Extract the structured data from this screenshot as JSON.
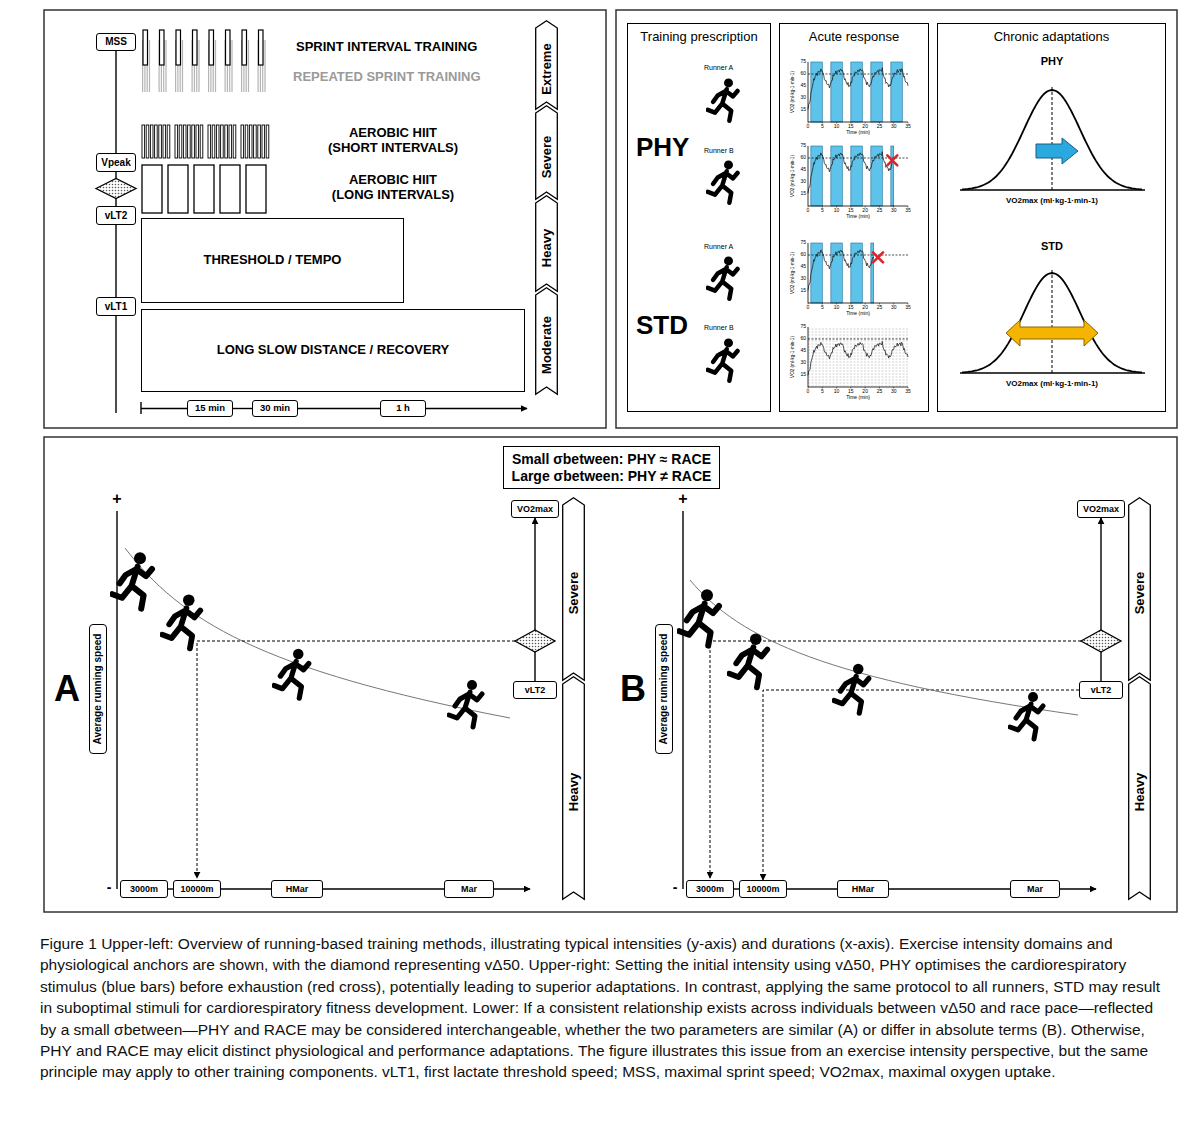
{
  "diagram": {
    "caption": "Figure 1 Upper-left: Overview of running-based training methods, illustrating typical intensities (y-axis) and durations (x-axis). Exercise intensity domains and physiological anchors are shown, with the diamond representing vΔ50. Upper-right: Setting the initial intensity using vΔ50, PHY optimises the cardiorespiratory stimulus (blue bars) before exhaustion (red cross), potentially leading to superior adaptations. In contrast, applying the same protocol to all runners, STD may result in suboptimal stimuli for cardiorespiratory fitness development. Lower: If a consistent relationship exists across individuals between vΔ50 and race pace—reflected by a small σbetween—PHY and RACE may be considered interchangeable, whether the two parameters are similar (A) or differ in absolute terms (B). Otherwise, PHY and RACE may elicit distinct physiological and performance adaptations. The figure illustrates this issue from an exercise intensity perspective, but the same principle may apply to other training components. vLT1, first lactate threshold speed; MSS, maximal sprint speed; VO2max, maximal oxygen uptake.",
    "nodes": [
      {
        "text": [
          "MSS"
        ]
      },
      {
        "text": [
          "Vpeak"
        ]
      },
      {
        "text": [
          "vLT2"
        ]
      },
      {
        "text": [
          "vLT1"
        ]
      },
      {
        "text": [
          "THRESHOLD / TEMPO"
        ]
      },
      {
        "text": [
          "LONG SLOW DISTANCE / RECOVERY"
        ]
      },
      {
        "text": [
          "Extreme"
        ]
      },
      {
        "text": [
          "Severe"
        ]
      },
      {
        "text": [
          "Heavy"
        ]
      },
      {
        "text": [
          "Moderate"
        ]
      },
      {
        "text": [
          "15 min"
        ]
      },
      {
        "text": [
          "30 min"
        ]
      },
      {
        "text": [
          "1 h"
        ]
      },
      {
        "text": [
          "Training prescription"
        ]
      },
      {
        "text": [
          "Acute response"
        ]
      },
      {
        "text": [
          "Chronic adaptations"
        ]
      },
      {
        "text": [
          "Small σbetween: PHY ≈ RACE",
          "Large σbetween: PHY ≠ RACE"
        ]
      },
      {
        "text": [
          "Average running speed"
        ]
      },
      {
        "text": [
          "3000m"
        ]
      },
      {
        "text": [
          "10000m"
        ]
      },
      {
        "text": [
          "HMar"
        ]
      },
      {
        "text": [
          "Mar"
        ]
      },
      {
        "text": [
          "VO2max"
        ]
      },
      {
        "text": [
          "vLT2"
        ]
      },
      {
        "text": [
          "Severe"
        ]
      },
      {
        "text": [
          "Heavy"
        ]
      },
      {
        "text": [
          "Average running speed"
        ]
      },
      {
        "text": [
          "3000m"
        ]
      },
      {
        "text": [
          "10000m"
        ]
      },
      {
        "text": [
          "HMar"
        ]
      },
      {
        "text": [
          "Mar"
        ]
      },
      {
        "text": [
          "VO2max"
        ]
      },
      {
        "text": [
          "vLT2"
        ]
      },
      {
        "text": [
          "Severe"
        ]
      },
      {
        "text": [
          "Heavy"
        ]
      }
    ],
    "edges": [
      {
        "from": 3,
        "to": 2,
        "arrow": "none"
      },
      {
        "from": 2,
        "to": 1,
        "arrow": "none"
      },
      {
        "from": 1,
        "to": 0,
        "arrow": "none"
      },
      {
        "from": 10,
        "to": 11,
        "arrow": "none"
      },
      {
        "from": 11,
        "to": 12,
        "arrow": "none"
      },
      {
        "from": 18,
        "to": 19,
        "arrow": "none"
      },
      {
        "from": 19,
        "to": 20,
        "arrow": "none"
      },
      {
        "from": 20,
        "to": 21,
        "arrow": "none"
      },
      {
        "from": 23,
        "to": 22,
        "arrow": "to"
      },
      {
        "from": 27,
        "to": 28,
        "arrow": "none"
      },
      {
        "from": 28,
        "to": 29,
        "arrow": "none"
      },
      {
        "from": 29,
        "to": 30,
        "arrow": "none"
      },
      {
        "from": 32,
        "to": 31,
        "arrow": "to"
      },
      {
        "from": 32,
        "to": 28,
        "arrow": "to"
      }
    ],
    "labels": [
      "SPRINT INTERVAL TRAINING",
      "REPEATED SPRINT TRAINING",
      "AEROBIC HIIT (SHORT INTERVALS)",
      "AEROBIC HIIT (LONG INTERVALS)",
      "Runner A",
      "PHY",
      "Runner B",
      "Runner A",
      "STD",
      "Runner B",
      "VO2 (ml·kg-1·min-1)",
      "75",
      "60",
      "45",
      "30",
      "15",
      "0",
      "5",
      "10",
      "15",
      "20",
      "25",
      "30",
      "35",
      "Time (min)",
      "VO2 (ml·kg-1·min-1)",
      "75",
      "60",
      "45",
      "30",
      "15",
      "0",
      "5",
      "10",
      "15",
      "20",
      "25",
      "30",
      "35",
      "Time (min)",
      "VO2 (ml·kg-1·min-1)",
      "75",
      "60",
      "45",
      "30",
      "15",
      "0",
      "5",
      "10",
      "15",
      "20",
      "25",
      "30",
      "35",
      "Time (min)",
      "VO2 (ml·kg-1·min-1)",
      "75",
      "60",
      "45",
      "30",
      "15",
      "0",
      "5",
      "10",
      "15",
      "20",
      "25",
      "30",
      "35",
      "Time (min)",
      "PHY",
      "VO2max (ml·kg-1·min-1)",
      "STD",
      "VO2max (ml·kg-1·min-1)",
      "+",
      "-",
      "A",
      "+",
      "-",
      "B"
    ]
  }
}
